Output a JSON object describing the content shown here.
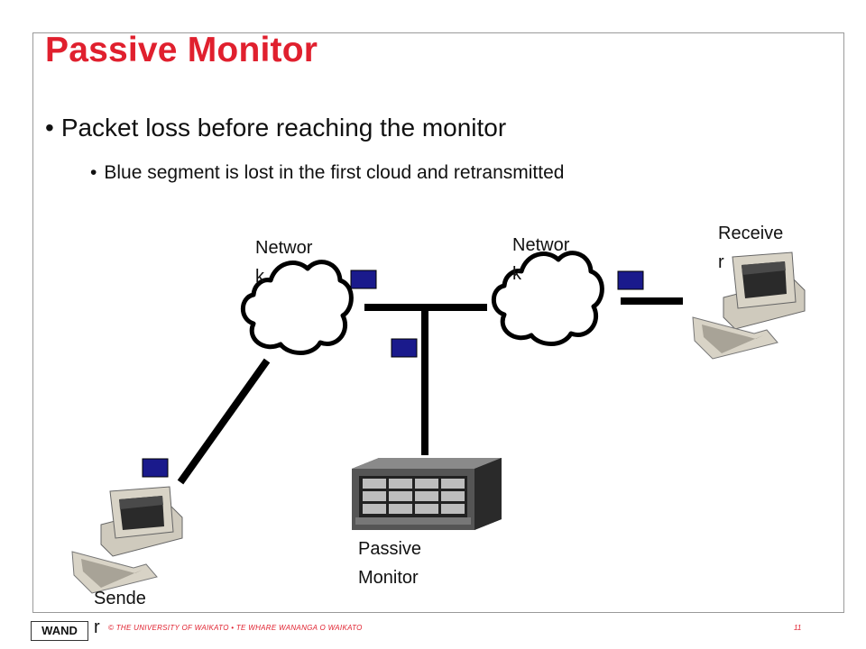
{
  "slide": {
    "title": "Passive Monitor",
    "bullet_main": "Packet loss before reaching the monitor",
    "bullet_sub": "Blue segment is lost in the first cloud and retransmitted"
  },
  "labels": {
    "network_left": "Networ\nk",
    "network_right": "Networ\nk",
    "receiver": "Receive\nr",
    "sender": "Sende\nr",
    "passive_monitor": "Passive\nMonitor"
  },
  "footer": {
    "text": "© THE UNIVERSITY OF WAIKATO  •  TE WHARE WANANGA O WAIKATO",
    "page": "11",
    "logo": "WAND"
  },
  "colors": {
    "title": "#e0202e",
    "packet": "#1a1a8c",
    "link": "#000000"
  }
}
